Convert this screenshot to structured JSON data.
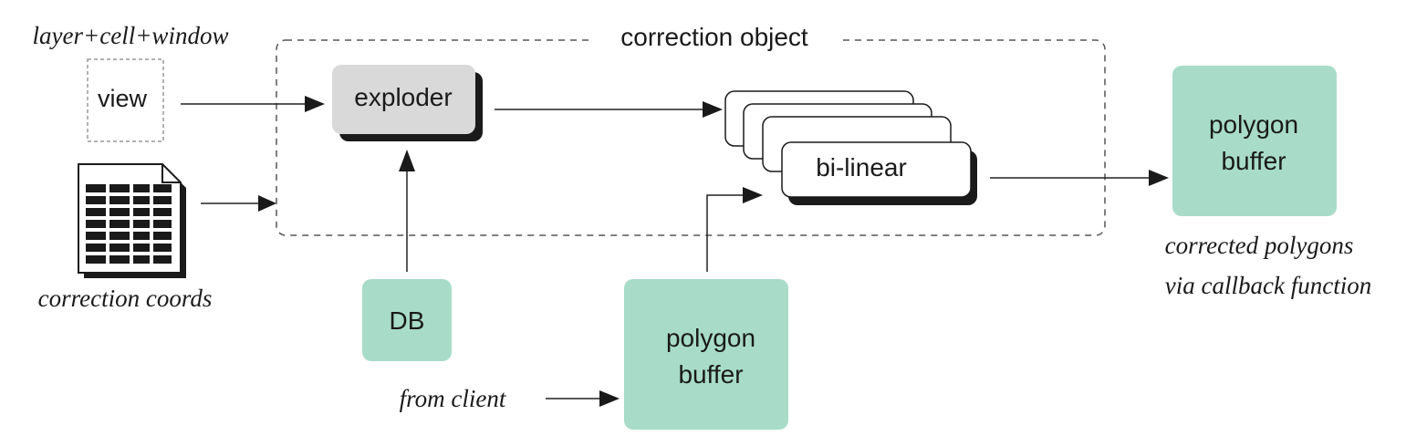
{
  "colors": {
    "green_box": "#a8dcc8",
    "exploder_fill": "#d9d9d9",
    "shadow": "#1a1a1a",
    "line": "#222222",
    "dash": "#555555"
  },
  "labels": {
    "view_caption": "layer+cell+window",
    "view_box": "view",
    "correction_coords": "correction coords",
    "correction_object": "correction object",
    "exploder": "exploder",
    "bilinear": "bi-linear",
    "db": "DB",
    "polygon_buffer_in_line1": "polygon",
    "polygon_buffer_in_line2": "buffer",
    "from_client": "from client",
    "polygon_buffer_out_line1": "polygon",
    "polygon_buffer_out_line2": "buffer",
    "corrected_line1": "corrected polygons",
    "corrected_line2": "via callback function"
  },
  "icons": {
    "correction_coords": "spreadsheet-document-icon"
  }
}
